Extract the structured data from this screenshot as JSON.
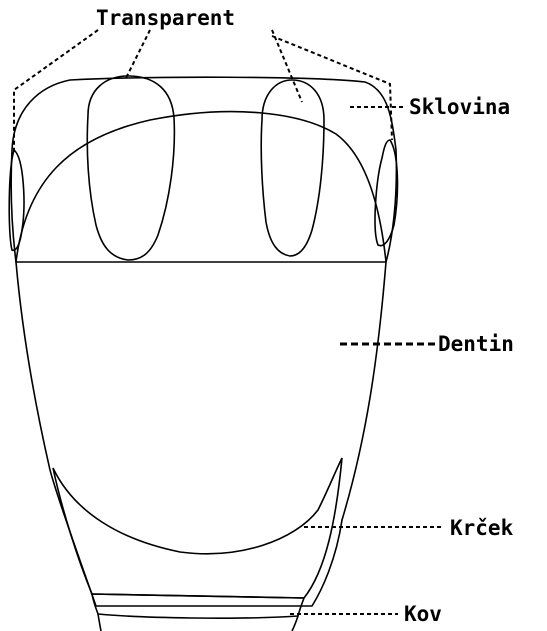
{
  "labels": {
    "transparent": "Transparent",
    "sklovina": "Sklovina",
    "dentin": "Dentin",
    "krcek": "Krček",
    "kov": "Kov"
  },
  "colors": {
    "enamel": "#cdf5f7",
    "infundibulum": "#f68cc4",
    "dentin": "#fdc96a",
    "cervix": "#8f5f11",
    "crown_band": "#3c3c3c",
    "outline": "#000000"
  }
}
